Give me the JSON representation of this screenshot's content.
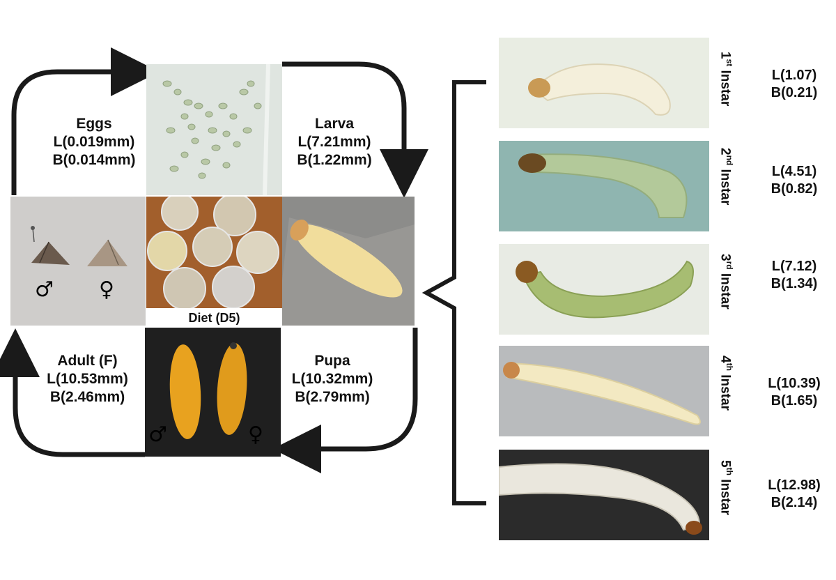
{
  "stages": {
    "eggs": {
      "name": "Eggs",
      "length": "L(0.019mm)",
      "breadth": "B(0.014mm)"
    },
    "larva": {
      "name": "Larva",
      "length": "L(7.21mm)",
      "breadth": "B(1.22mm)"
    },
    "pupa": {
      "name": "Pupa",
      "length": "L(10.32mm)",
      "breadth": "B(2.79mm)"
    },
    "adult": {
      "name": "Adult (F)",
      "length": "L(10.53mm)",
      "breadth": "B(2.46mm)"
    }
  },
  "diet": {
    "caption": "Diet (D5)"
  },
  "sex_symbols": {
    "male": "♂",
    "female": "♀"
  },
  "instar_word": "Instar",
  "instars": [
    {
      "number": "1",
      "suffix": "st",
      "length": "L(1.07)",
      "breadth": "B(0.21)"
    },
    {
      "number": "2",
      "suffix": "nd",
      "length": "L(4.51)",
      "breadth": "B(0.82)"
    },
    {
      "number": "3",
      "suffix": "rd",
      "length": "L(7.12)",
      "breadth": "B(1.34)"
    },
    {
      "number": "4",
      "suffix": "th",
      "length": "L(10.39)",
      "breadth": "B(1.65)"
    },
    {
      "number": "5",
      "suffix": "th",
      "length": "L(12.98)",
      "breadth": "B(2.14)"
    }
  ],
  "colors": {
    "arrow": "#1a1a1a",
    "egg_bg": "#dfe5e0",
    "egg": "#b9c8a6",
    "larva": "#f1dd9c",
    "pupa": "#e8a21f",
    "diet_tray": "#a25f2c",
    "moth": "#6a5a4d"
  }
}
